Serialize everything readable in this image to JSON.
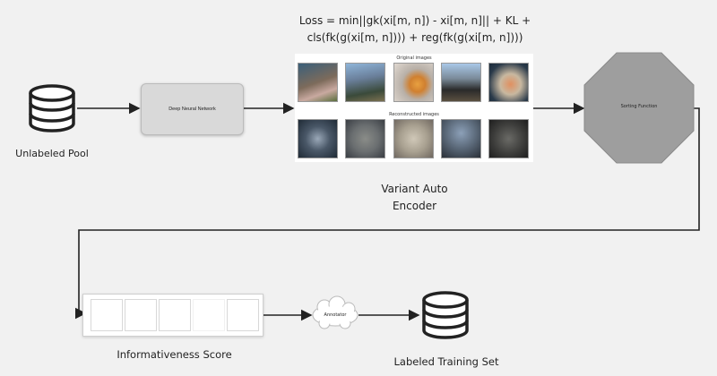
{
  "loss_formula": {
    "line1": "Loss = min||gk(xi[m, n]) - xi[m, n]|| + KL +",
    "line2": "cls(fk(g(xi[m, n]))) + reg(fk(g(xi[m, n])))"
  },
  "nodes": {
    "unlabeled_pool": "Unlabeled Pool",
    "deep_neural_network": "Deep Neural Network",
    "vae_line1": "Variant Auto",
    "vae_line2": "Encoder",
    "original_images": "Original images",
    "reconstructed_images": "Reconstructed images",
    "sorting_function": "Sorting Function",
    "informativeness_score": "Informativeness Score",
    "annotator": "Annotator",
    "labeled_training_set": "Labeled Training Set"
  },
  "icons": {
    "pool": "database-icon",
    "training_set": "database-icon"
  },
  "colors": {
    "background": "#f1f1f1",
    "node_fill": "#d9d9d9",
    "octagon_fill": "#9e9e9e",
    "line": "#222222"
  }
}
